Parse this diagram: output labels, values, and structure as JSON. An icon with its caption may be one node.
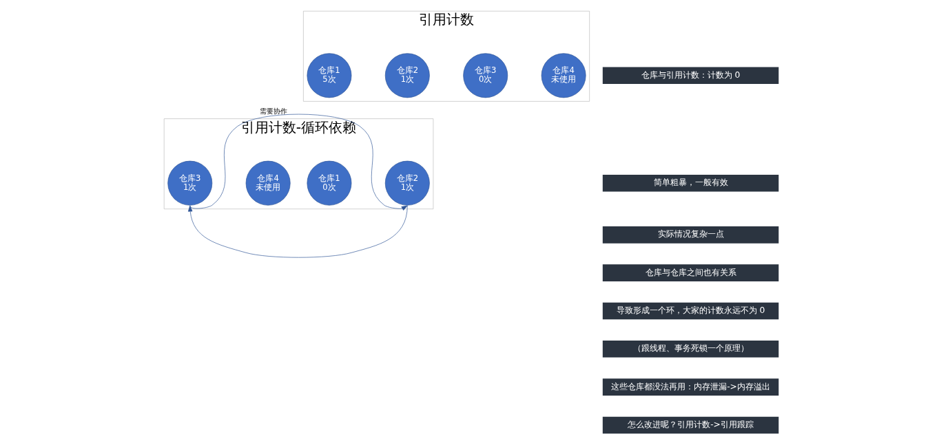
{
  "diagram": {
    "nodes": [
      {
        "text": [
          "引用计数"
        ]
      },
      {
        "text": [
          "仓库1",
          "5次"
        ],
        "in": 0
      },
      {
        "text": [
          "仓库2",
          "1次"
        ],
        "in": 0
      },
      {
        "text": [
          "仓库3",
          "0次"
        ],
        "in": 0
      },
      {
        "text": [
          "仓库4",
          "未使用"
        ],
        "in": 0
      },
      {
        "text": [
          "引用计数-循环依赖"
        ]
      },
      {
        "text": [
          "仓库1",
          "0次"
        ],
        "in": 5
      },
      {
        "text": [
          "仓库2",
          "1次"
        ],
        "in": 5
      },
      {
        "text": [
          "仓库3",
          "1次"
        ],
        "in": 5
      },
      {
        "text": [
          "仓库4",
          "未使用"
        ],
        "in": 5
      }
    ],
    "edges": [
      {
        "from": 7,
        "to": 8,
        "arrow": "to"
      },
      {
        "from": 8,
        "to": 7,
        "arrow": "to",
        "label": "需要协作"
      }
    ],
    "labels": [
      "仓库与引用计数：计数为 0",
      "简单粗暴，一般有效",
      "实际情况复杂一点",
      "仓库与仓库之间也有关系",
      "导致形成一个环，大家的计数永远不为 0",
      "（跟线程、事务死锁一个原理）",
      "这些仓库都没法再用：内存泄漏->内存溢出",
      "怎么改进呢？引用计数->引用跟踪"
    ]
  }
}
